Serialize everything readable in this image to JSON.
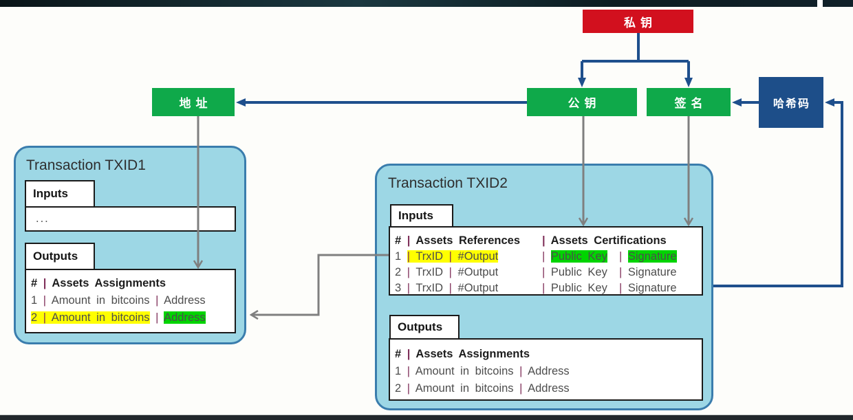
{
  "diagram": {
    "boxes": {
      "private_key": {
        "label": "私钥",
        "color": "#d2101e"
      },
      "public_key": {
        "label": "公钥",
        "color": "#0fa94a"
      },
      "signature": {
        "label": "签名",
        "color": "#0fa94a"
      },
      "address": {
        "label": "地址",
        "color": "#0fa94a"
      },
      "hash_code": {
        "label": "哈希码",
        "color": "#1d4e89"
      }
    },
    "colors": {
      "arrow_blue": "#1e4f8c",
      "arrow_gray": "#7f7f7f",
      "card_fill": "#9dd7e5",
      "card_border": "#3a7dad",
      "highlight_yellow": "#ffff00",
      "highlight_green": "#00d400",
      "pipe": "#80305a"
    },
    "txid1": {
      "title": "Transaction TXID1",
      "inputs_label": "Inputs",
      "inputs_placeholder": "...",
      "outputs_label": "Outputs",
      "outputs_rows": [
        [
          {
            "s": [
              {
                "t": "# ",
                "c": "b"
              },
              {
                "t": "| ",
                "c": "pipe b"
              },
              {
                "t": "Assets Assignments",
                "c": "b"
              }
            ]
          }
        ],
        [
          {
            "s": [
              {
                "t": "1 "
              },
              {
                "t": "| ",
                "c": "pipe"
              },
              {
                "t": "Amount in bitcoins "
              },
              {
                "t": "| ",
                "c": "pipe"
              },
              {
                "t": "Address"
              }
            ]
          }
        ],
        [
          {
            "s": [
              {
                "t": "2 ",
                "c": "hl-y"
              },
              {
                "t": "| ",
                "c": "pipe hl-y"
              },
              {
                "t": "Amount in bitcoins",
                "c": "hl-y"
              },
              {
                "t": " "
              },
              {
                "t": "| ",
                "c": "pipe"
              },
              {
                "t": "Address",
                "c": "hl-g"
              }
            ]
          }
        ]
      ]
    },
    "txid2": {
      "title": "Transaction TXID2",
      "inputs_label": "Inputs",
      "outputs_label": "Outputs",
      "inputs_rows": [
        [
          {
            "c": "colL",
            "s": [
              {
                "t": "# ",
                "c": "b"
              },
              {
                "t": "| ",
                "c": "pipe b"
              },
              {
                "t": "Assets References",
                "c": "b"
              }
            ]
          },
          {
            "s": [
              {
                "t": "| ",
                "c": "pipe b"
              },
              {
                "t": "Assets Certifications",
                "c": "b"
              }
            ]
          }
        ],
        [
          {
            "c": "colL",
            "s": [
              {
                "t": "1 "
              },
              {
                "t": "| ",
                "c": "pipe hl-y"
              },
              {
                "t": "TrxID ",
                "c": "hl-y"
              },
              {
                "t": "| ",
                "c": "pipe hl-y"
              },
              {
                "t": "#Output",
                "c": "hl-y"
              }
            ]
          },
          {
            "s": [
              {
                "t": "| ",
                "c": "pipe"
              },
              {
                "t": "Public Key",
                "c": "hl-g"
              },
              {
                "t": "  "
              },
              {
                "t": "| ",
                "c": "pipe"
              },
              {
                "t": "Signature",
                "c": "hl-g"
              }
            ]
          }
        ],
        [
          {
            "c": "colL",
            "s": [
              {
                "t": "2 "
              },
              {
                "t": "| ",
                "c": "pipe"
              },
              {
                "t": "TrxID "
              },
              {
                "t": "| ",
                "c": "pipe"
              },
              {
                "t": "#Output"
              }
            ]
          },
          {
            "s": [
              {
                "t": "| ",
                "c": "pipe"
              },
              {
                "t": "Public Key"
              },
              {
                "t": "  "
              },
              {
                "t": "| ",
                "c": "pipe"
              },
              {
                "t": "Signature"
              }
            ]
          }
        ],
        [
          {
            "c": "colL",
            "s": [
              {
                "t": "3 "
              },
              {
                "t": "| ",
                "c": "pipe"
              },
              {
                "t": "TrxID "
              },
              {
                "t": "| ",
                "c": "pipe"
              },
              {
                "t": "#Output"
              }
            ]
          },
          {
            "s": [
              {
                "t": "| ",
                "c": "pipe"
              },
              {
                "t": "Public Key"
              },
              {
                "t": "  "
              },
              {
                "t": "| ",
                "c": "pipe"
              },
              {
                "t": "Signature"
              }
            ]
          }
        ]
      ],
      "outputs_rows": [
        [
          {
            "s": [
              {
                "t": "# ",
                "c": "b"
              },
              {
                "t": "| ",
                "c": "pipe b"
              },
              {
                "t": "Assets Assignments",
                "c": "b"
              }
            ]
          }
        ],
        [
          {
            "s": [
              {
                "t": "1 "
              },
              {
                "t": "| ",
                "c": "pipe"
              },
              {
                "t": "Amount in bitcoins "
              },
              {
                "t": "| ",
                "c": "pipe"
              },
              {
                "t": "Address"
              }
            ]
          }
        ],
        [
          {
            "s": [
              {
                "t": "2 "
              },
              {
                "t": "| ",
                "c": "pipe"
              },
              {
                "t": "Amount in bitcoins "
              },
              {
                "t": "| ",
                "c": "pipe"
              },
              {
                "t": "Address"
              }
            ]
          }
        ]
      ]
    }
  }
}
